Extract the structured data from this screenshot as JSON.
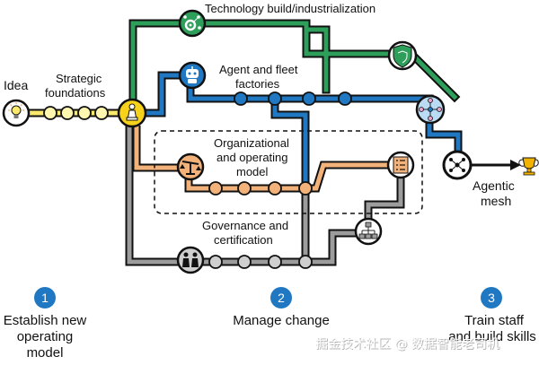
{
  "labels": {
    "technology": "Technology build/industrialization",
    "agent_line1": "Agent and fleet",
    "agent_line2": "factories",
    "idea": "Idea",
    "strategic_line1": "Strategic",
    "strategic_line2": "foundations",
    "org_line1": "Organizational",
    "org_line2": "and operating",
    "org_line3": "model",
    "gov_line1": "Governance and",
    "gov_line2": "certification",
    "mesh_line1": "Agentic",
    "mesh_line2": "mesh"
  },
  "steps": [
    {
      "number": "1",
      "line1": "Establish new",
      "line2": "operating",
      "line3": "model"
    },
    {
      "number": "2",
      "line1": "Manage change",
      "line2": "",
      "line3": ""
    },
    {
      "number": "3",
      "line1": "Train staff",
      "line2": "and build skills",
      "line3": ""
    }
  ],
  "watermark": "掘金技术社区 @ 数据智能老司机",
  "colors": {
    "green": "#2e9e5b",
    "blue": "#1f78c1",
    "orange": "#f2b27a",
    "gray": "#9c9c9c",
    "yellow": "#fae96a",
    "step_circle": "#1f78c1"
  },
  "icons": [
    "lightbulb-icon",
    "chess-pawn-icon",
    "gear-network-icon",
    "robot-icon",
    "shield-icon",
    "network-icon",
    "scales-icon",
    "checklist-icon",
    "org-chart-icon",
    "people-icon",
    "trophy-icon"
  ]
}
